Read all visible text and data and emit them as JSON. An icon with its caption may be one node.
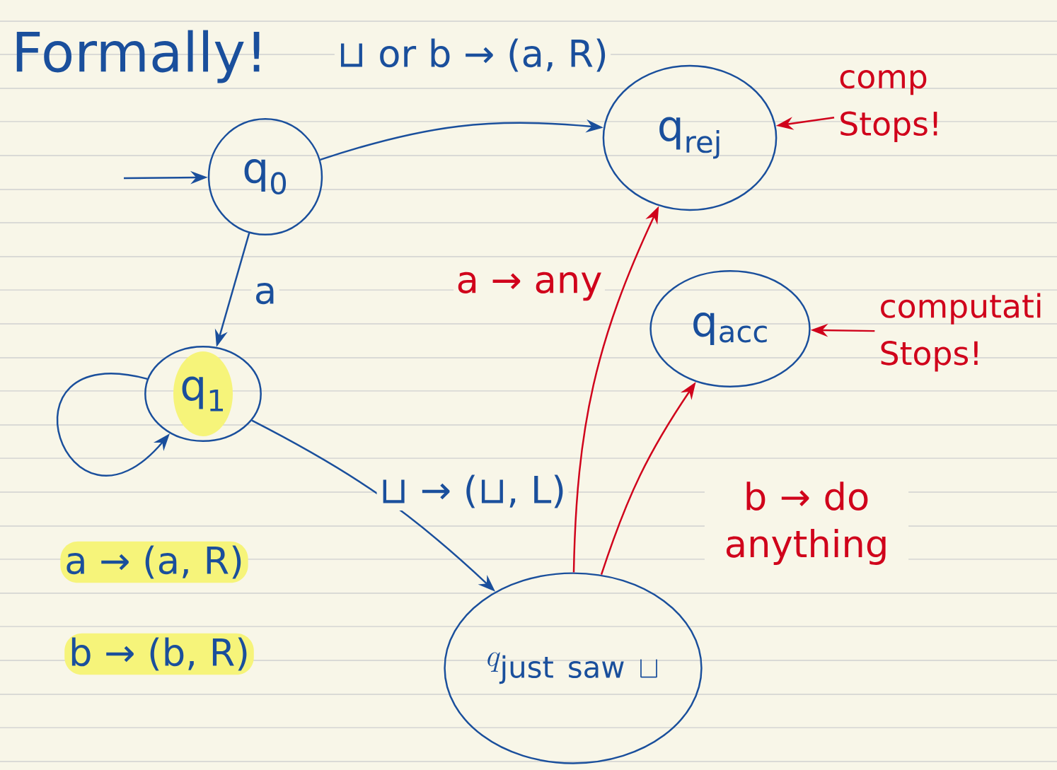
{
  "diagram": {
    "title": "Formally!",
    "nodes": [
      {
        "text": [
          "q$_{0}$"
        ]
      },
      {
        "text": [
          "q$_{rej}$"
        ]
      },
      {
        "text": [
          "q$_{acc}$"
        ]
      },
      {
        "text": [
          "q$_{1}$"
        ]
      },
      {
        "text": [
          "q_{\\mathrm{just\\ saw}\\ \\sqcup}"
        ]
      },
      {
        "text": [
          "comp Stops!"
        ]
      },
      {
        "text": [
          "computati Stops!"
        ]
      }
    ],
    "edges": [
      {
        "from": null,
        "to": 0,
        "arrow": "to"
      },
      {
        "from": 0,
        "to": 1,
        "arrow": "to",
        "label": "⊔ or b → (a, R)"
      },
      {
        "from": 0,
        "to": 3,
        "arrow": "to",
        "label": "a"
      },
      {
        "from": 3,
        "to": 3,
        "arrow": "to"
      },
      {
        "from": 3,
        "to": 4,
        "arrow": "to",
        "label": "⊔ → (⊔, L)"
      },
      {
        "from": 4,
        "to": 1,
        "arrow": "to",
        "label": "a → any",
        "color": "#d0021b"
      },
      {
        "from": 4,
        "to": 2,
        "arrow": "to",
        "label": "b → do anything",
        "color": "#d0021b"
      },
      {
        "from": 5,
        "to": 1,
        "arrow": "to",
        "color": "#d0021b"
      },
      {
        "from": 6,
        "to": 2,
        "arrow": "to",
        "color": "#d0021b"
      }
    ],
    "labels": [
      "a → (a, R)",
      "b → (b, R)"
    ]
  }
}
